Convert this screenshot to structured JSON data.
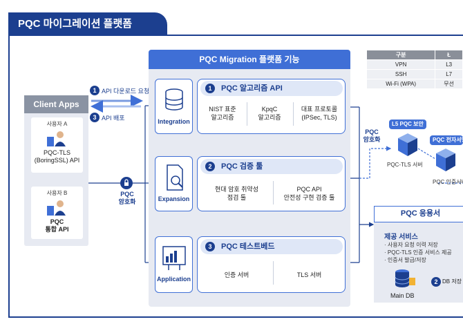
{
  "header": {
    "title": "PQC 마이그레이션 플랫폼"
  },
  "platform": {
    "title": "PQC Migration 플랫폼 기능",
    "modules": [
      {
        "label": "Integration",
        "icon": "database-icon"
      },
      {
        "label": "Expansion",
        "icon": "document-search-icon"
      },
      {
        "label": "Application",
        "icon": "dashboard-icon"
      }
    ],
    "sections": [
      {
        "num": "1",
        "title": "PQC 알고리즘 API",
        "cells": [
          "NIST 표준\n알고리즘",
          "KpqC\n알고리즘",
          "대표 프로토콜\n(IPSec, TLS)"
        ]
      },
      {
        "num": "2",
        "title": "PQC 검증 툴",
        "cells": [
          "현대 암호 취약성\n점검 툴",
          "PQC API\n안전성 구현 검증 툴"
        ]
      },
      {
        "num": "3",
        "title": "PQC 테스트베드",
        "cells": [
          "인증 서버",
          "TLS 서버"
        ]
      }
    ]
  },
  "client_apps": {
    "title": "Client Apps",
    "users": [
      {
        "name": "사용자 A",
        "caption": "PQC-TLS\n(BoringSSL) API"
      },
      {
        "name": "사용자 B",
        "caption": "PQC\n통합 API"
      }
    ]
  },
  "flows": {
    "api_download": {
      "num": "1",
      "label": "API 다운로드 요청"
    },
    "api_deploy": {
      "num": "3",
      "label": "API 배포"
    },
    "pqc_encrypt_left": "PQC\n암호화",
    "pqc_encrypt_right": "PQC\n암호화"
  },
  "comparison_table": {
    "header": [
      "구분",
      "Ł"
    ],
    "rows": [
      [
        "VPN",
        "L3"
      ],
      [
        "SSH",
        "L7"
      ],
      [
        "Wi-Fi (WPA)",
        "무선"
      ]
    ]
  },
  "right_diagram": {
    "tag1": "L5 PQC 보안",
    "server1": "PQC-TLS 서버",
    "tag2": "PQC 전자서명",
    "server2": "PQC 인증서버"
  },
  "app_server_panel": {
    "title": "PQC 응용서",
    "service_title": "제공 서비스",
    "services": [
      "· 사용자 요청 이력 저장",
      "· PQC-TLS 인증 서비스 제공",
      "· 인증서 발급/저장"
    ],
    "db_label": "Main DB",
    "db_flow": {
      "num": "2",
      "label": "DB 저장"
    }
  },
  "colors": {
    "navy": "#1c3f8f",
    "blue": "#3f6fd6",
    "panel": "#e7eaf2"
  }
}
